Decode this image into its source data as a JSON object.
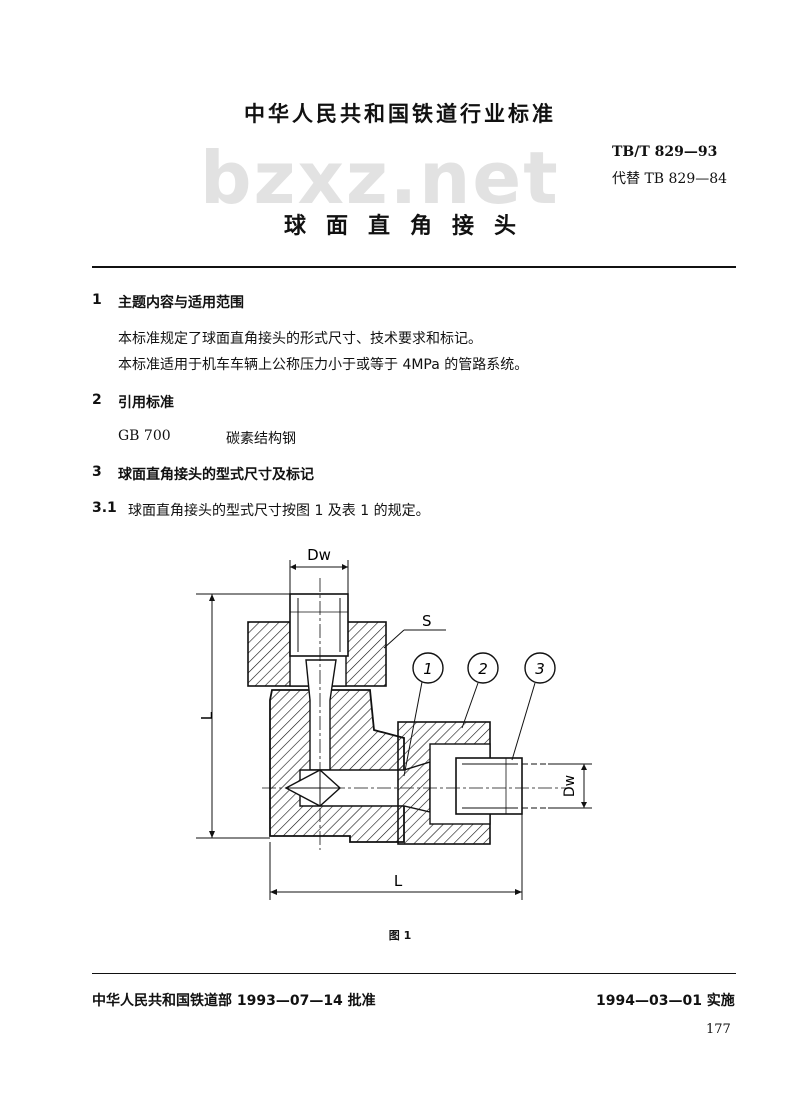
{
  "header": {
    "org": "中华人民共和国铁道行业标准",
    "code": "TB/T 829—93",
    "replaces": "代替 TB 829—84",
    "watermark": "bzxz.net"
  },
  "title": "球面直角接头",
  "sections": {
    "s1_num": "1",
    "s1_title": "主题内容与适用范围",
    "s1_p1": "本标准规定了球面直角接头的形式尺寸、技术要求和标记。",
    "s1_p2": "本标准适用于机车车辆上公称压力小于或等于 4MPa 的管路系统。",
    "s2_num": "2",
    "s2_title": "引用标准",
    "s2_ref_code": "GB 700",
    "s2_ref_name": "碳素结构钢",
    "s3_num": "3",
    "s3_title": "球面直角接头的型式尺寸及标记",
    "s31_num": "3.1",
    "s31_text": "球面直角接头的型式尺寸按图 1 及表 1 的规定。"
  },
  "figure": {
    "caption": "图 1",
    "labels": {
      "dw_top": "Dw",
      "dw_right": "Dw",
      "s": "S",
      "l_vertical": "L",
      "l_horizontal": "L",
      "part1": "1",
      "part2": "2",
      "part3": "3"
    }
  },
  "footer": {
    "approval": "中华人民共和国铁道部 1993—07—14 批准",
    "effective": "1994—03—01 实施",
    "page": "177"
  }
}
